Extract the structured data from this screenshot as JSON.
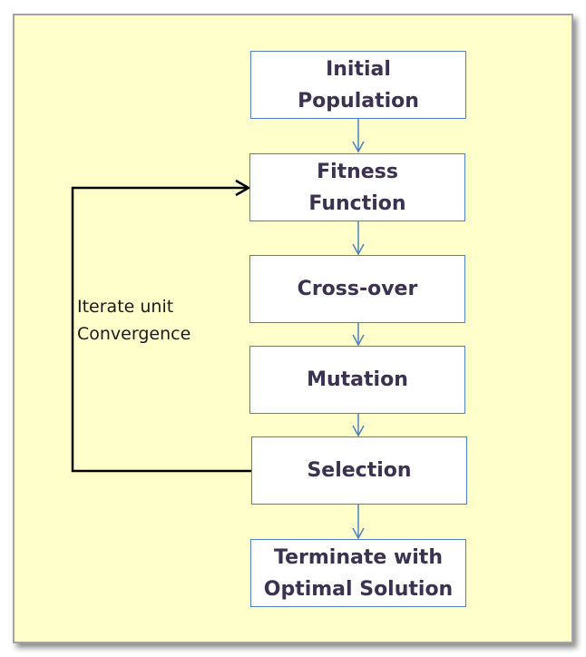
{
  "diagram": {
    "steps": [
      {
        "id": "initial-population",
        "lines": [
          "Initial",
          "Population"
        ]
      },
      {
        "id": "fitness-function",
        "lines": [
          "Fitness",
          "Function"
        ]
      },
      {
        "id": "cross-over",
        "lines": [
          "Cross-over"
        ]
      },
      {
        "id": "mutation",
        "lines": [
          "Mutation"
        ]
      },
      {
        "id": "selection",
        "lines": [
          "Selection"
        ]
      },
      {
        "id": "terminate",
        "lines": [
          "Terminate with",
          "Optimal Solution"
        ]
      }
    ],
    "loop": {
      "from": "selection",
      "to": "fitness-function",
      "label_lines": [
        "Iterate unit",
        "Convergence"
      ]
    },
    "colors": {
      "background": "#ffffcc",
      "box_border": "#4f81bd",
      "box_text": "#3b3151",
      "arrow": "#4f81bd",
      "loop_line": "#000000"
    }
  }
}
